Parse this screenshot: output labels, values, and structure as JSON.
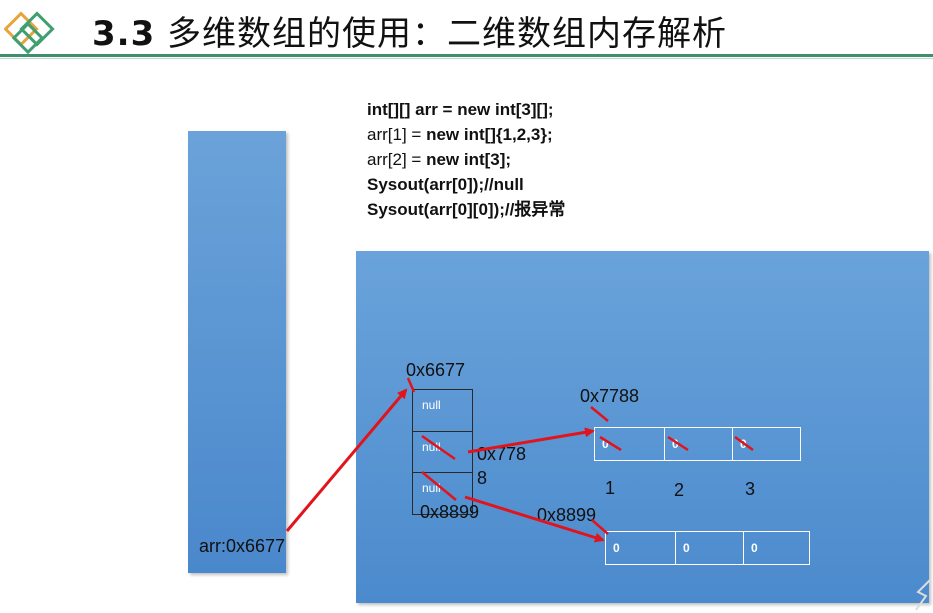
{
  "header": {
    "title_number": "3.3",
    "title_text": "多维数组的使用：二维数组内存解析"
  },
  "stack": {
    "label": "arr:0x6677"
  },
  "code": {
    "line1": "int[][] arr = new int[3][];",
    "line2_plain": "arr[1] = ",
    "line2_bold": "new int[]{1,2,3};",
    "line3_plain": "arr[2] = ",
    "line3_bold": "new int[3];",
    "line4": "Sysout(arr[0]);//null",
    "line5": "Sysout(arr[0][0]);//报异常"
  },
  "heap": {
    "outer_address": "0x6677",
    "outer_cells": [
      "null",
      "null",
      "null"
    ],
    "outer_cell_overlay_addr_1": "0x778",
    "outer_cell_overlay_addr_1b": "8",
    "outer_cell_overlay_addr_2": "0x8899",
    "array1": {
      "address": "0x7788",
      "cells": [
        "0",
        "0",
        "0"
      ],
      "values": [
        "1",
        "2",
        "3"
      ]
    },
    "array2": {
      "address": "0x8899",
      "cells": [
        "0",
        "0",
        "0"
      ]
    }
  },
  "colors": {
    "memory_fill": "#5592d3",
    "arrow": "#e2141b",
    "header_rule": "#3f8f6e",
    "logo_green": "#3f9f70",
    "logo_orange": "#e8a33a"
  }
}
